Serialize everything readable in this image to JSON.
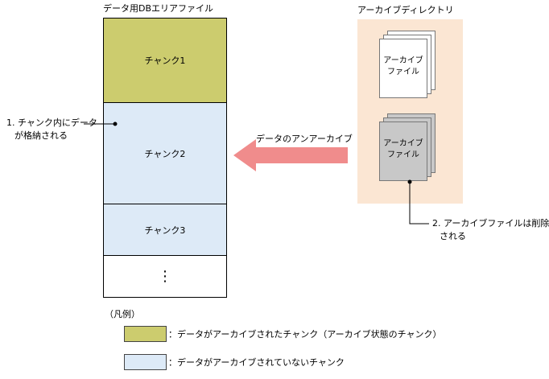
{
  "db_area": {
    "title": "データ用DBエリアファイル",
    "chunks": [
      {
        "label": "チャンク1",
        "state": "archived"
      },
      {
        "label": "チャンク2",
        "state": "not-archived"
      },
      {
        "label": "チャンク3",
        "state": "not-archived"
      }
    ],
    "ellipsis": "⋮"
  },
  "archive_dir": {
    "title": "アーカイブディレクトリ",
    "file_label_line1": "アーカイブ",
    "file_label_line2": "ファイル"
  },
  "flow": {
    "arrow_label": "データのアンアーカイブ"
  },
  "notes": {
    "note1_line1": "1. チャンク内にデータ",
    "note1_line2": "が格納される",
    "note2_line1": "2. アーカイブファイルは削除",
    "note2_line2": "される"
  },
  "legend": {
    "title": "（凡例）",
    "items": [
      {
        "text": "：データがアーカイブされたチャンク（アーカイブ状態のチャンク）",
        "color": "#cccc6e"
      },
      {
        "text": "：データがアーカイブされていないチャンク",
        "color": "#ddeaf7"
      }
    ]
  },
  "colors": {
    "archived_chunk": "#cccc6e",
    "unarchived_chunk": "#ddeaf7",
    "archive_panel": "#fbe6d3",
    "arrow": "#f08c8c"
  }
}
